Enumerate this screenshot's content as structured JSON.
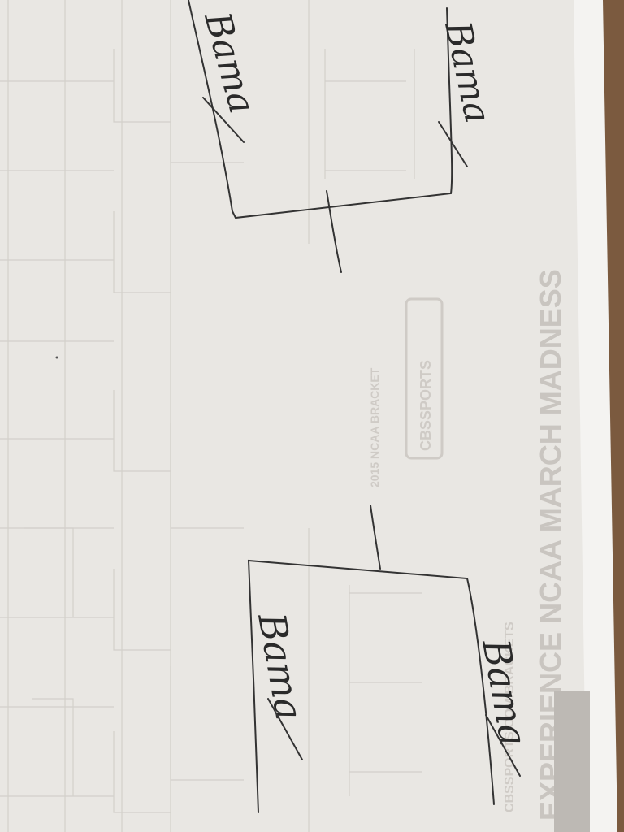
{
  "photo": {
    "subject": "hand-drawn tournament bracket on printed sheet",
    "colors": {
      "paper": "#eceae6",
      "ink": "#2a2a2a",
      "faint_print": "#cfcbc6",
      "edge": "#7b5a3f"
    },
    "handwriting": {
      "top_left_name": "Bama",
      "top_right_name": "Bama",
      "bottom_left_name": "Bama",
      "bottom_right_name": "Bama"
    },
    "faint_print": {
      "banner": "EXPERIENCE NCAA MARCH MADNESS",
      "sub": "CBSSPORTS.COM/BRACKETS",
      "logo": "CBSSPORTS",
      "year_label": "2015 NCAA BRACKET"
    }
  }
}
